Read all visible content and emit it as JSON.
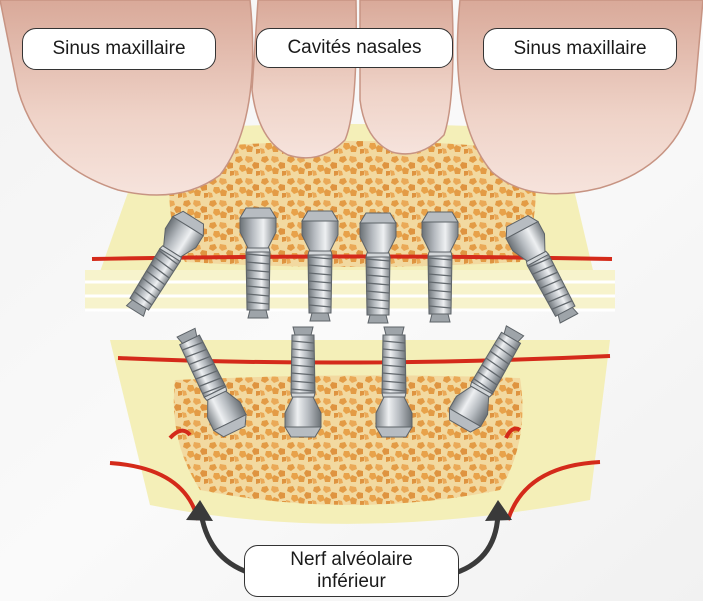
{
  "labels": {
    "sinus_left": "Sinus maxillaire",
    "nasal_cavities": "Cavités nasales",
    "sinus_right": "Sinus maxillaire",
    "nerve_line1": "Nerf alvéolaire",
    "nerve_line2": "inférieur"
  },
  "colors": {
    "bone": "#f4efb8",
    "trabecular": "#e8a24a",
    "nerve": "#d42a1a",
    "sinus": "#e6c0b3",
    "implant": "#bfc4c8",
    "arrow": "#3a3a3a"
  },
  "implants": {
    "upper_count": 6,
    "lower_count": 4
  }
}
